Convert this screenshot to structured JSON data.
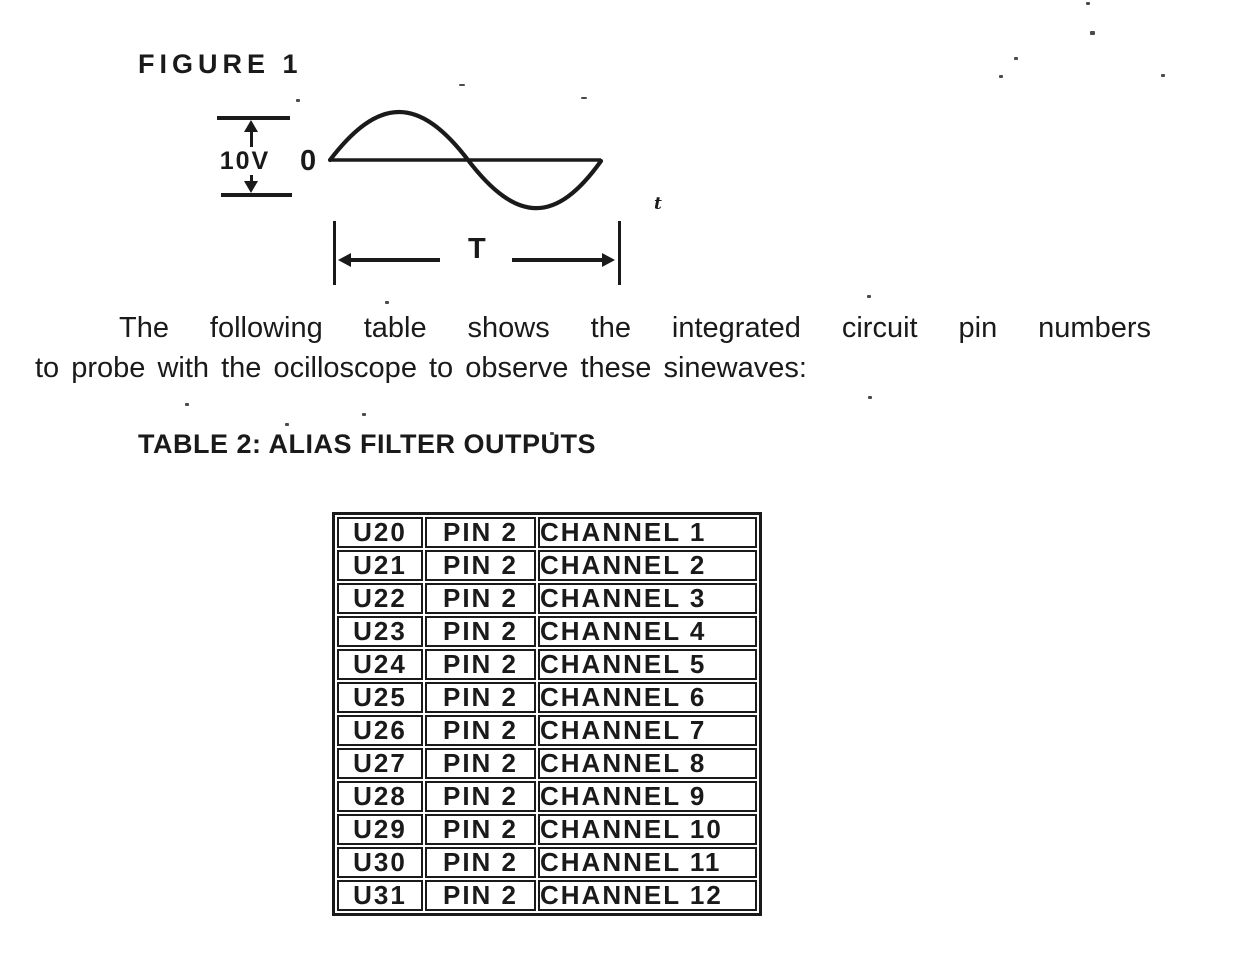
{
  "document": {
    "colors": {
      "ink": "#1a1a1a",
      "paper": "#ffffff"
    },
    "figure": {
      "title": "FIGURE 1",
      "amplitude_label": "10V",
      "origin_label": "0",
      "period_label": "T",
      "time_axis_label": "t"
    },
    "paragraph": {
      "line1": "The following table shows the integrated circuit pin numbers",
      "line2": "to probe with the ocilloscope to observe these sinewaves:"
    },
    "table": {
      "title": "TABLE 2: ALIAS FILTER OUTPUTS",
      "rows": [
        {
          "ic": "U20",
          "pin": "PIN 2",
          "channel": "CHANNEL 1"
        },
        {
          "ic": "U21",
          "pin": "PIN 2",
          "channel": "CHANNEL 2"
        },
        {
          "ic": "U22",
          "pin": "PIN 2",
          "channel": "CHANNEL 3"
        },
        {
          "ic": "U23",
          "pin": "PIN 2",
          "channel": "CHANNEL 4"
        },
        {
          "ic": "U24",
          "pin": "PIN 2",
          "channel": "CHANNEL 5"
        },
        {
          "ic": "U25",
          "pin": "PIN 2",
          "channel": "CHANNEL 6"
        },
        {
          "ic": "U26",
          "pin": "PIN 2",
          "channel": "CHANNEL 7"
        },
        {
          "ic": "U27",
          "pin": "PIN 2",
          "channel": "CHANNEL 8"
        },
        {
          "ic": "U28",
          "pin": "PIN 2",
          "channel": "CHANNEL 9"
        },
        {
          "ic": "U29",
          "pin": "PIN 2",
          "channel": "CHANNEL 10"
        },
        {
          "ic": "U30",
          "pin": "PIN 2",
          "channel": "CHANNEL 11"
        },
        {
          "ic": "U31",
          "pin": "PIN 2",
          "channel": "CHANNEL 12"
        }
      ]
    }
  }
}
